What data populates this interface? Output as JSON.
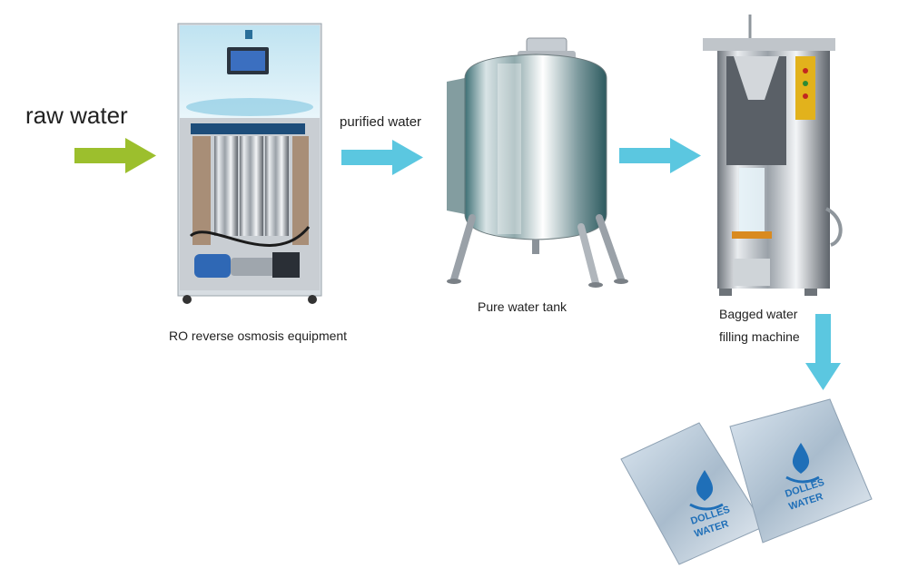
{
  "labels": {
    "raw_water": "raw water",
    "purified_water": "purified water",
    "ro_equipment": "RO reverse osmosis equipment",
    "pure_tank": "Pure water tank",
    "filler_line1": "Bagged water",
    "filler_line2": "filling machine"
  },
  "ro_screen": {
    "filter_tags": [
      "",
      "",
      ""
    ]
  },
  "bag_text": {
    "line1": "DOLLES",
    "line2": "WATER"
  },
  "colors": {
    "raw_arrow": "#9cbf2d",
    "flow_arrow": "#5bc7e0",
    "steel": "#b8bcc2",
    "bag_blue": "#1f6fb8"
  },
  "icons": [
    "right-arrow-icon",
    "down-arrow-icon",
    "water-drop-icon"
  ]
}
